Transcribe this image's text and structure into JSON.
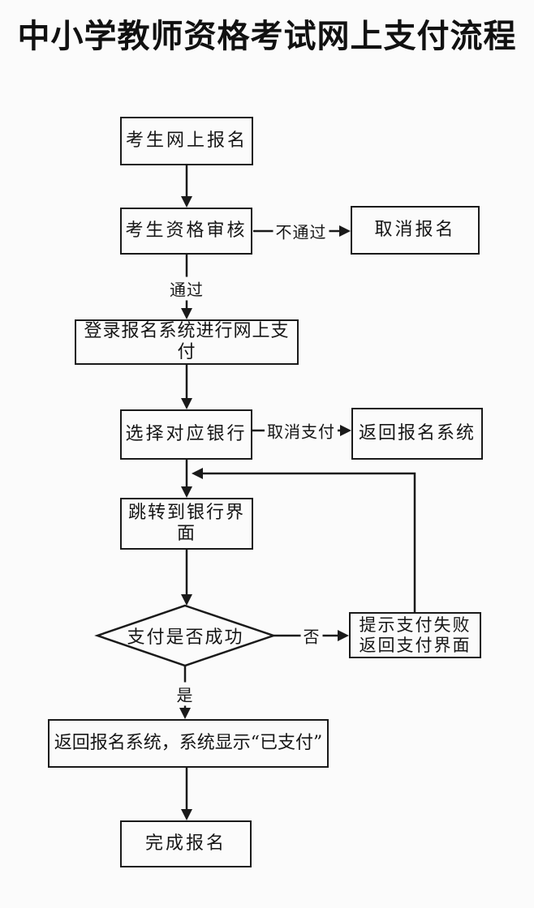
{
  "title": "中小学教师资格考试网上支付流程",
  "nodes": {
    "register": {
      "label": "考生网上报名"
    },
    "review": {
      "label": "考生资格审核"
    },
    "cancel": {
      "label": "取消报名"
    },
    "login": {
      "label": "登录报名系统进行网上支付"
    },
    "select_bank": {
      "label": "选择对应银行"
    },
    "return_system": {
      "label": "返回报名系统"
    },
    "jump_bank": {
      "label": "跳转到银行界面"
    },
    "decision": {
      "label": "支付是否成功"
    },
    "fail": {
      "line1": "提示支付失败",
      "line2": "返回支付界面"
    },
    "paid": {
      "label": "返回报名系统，系统显示“已支付”"
    },
    "done": {
      "label": "完成报名"
    }
  },
  "edge_labels": {
    "not_passed": "不通过",
    "passed": "通过",
    "cancel_payment": "取消支付",
    "no": "否",
    "yes": "是"
  },
  "colors": {
    "background": "#fbfbfb",
    "line": "#1a1a1a",
    "box_border": "#1a1a1a",
    "text": "#161616"
  }
}
